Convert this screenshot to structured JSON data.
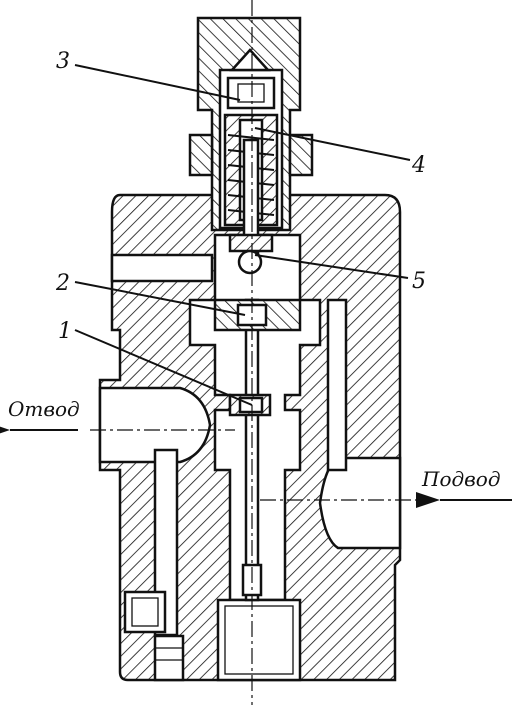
{
  "labels": {
    "l1": "1",
    "l2": "2",
    "l3": "3",
    "l4": "4",
    "l5": "5"
  },
  "flows": {
    "outlet": "Отвод",
    "inlet": "Подвод"
  },
  "colors": {
    "ink": "#111111",
    "paper": "#ffffff"
  }
}
